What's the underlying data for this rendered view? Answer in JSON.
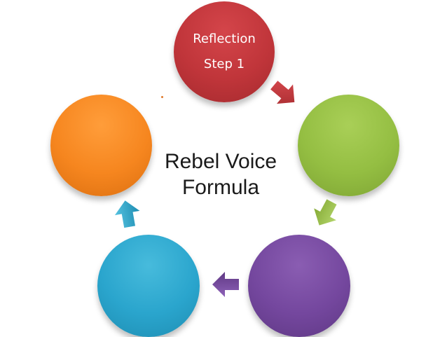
{
  "title": {
    "line1": "Rebel Voice",
    "line2": "Formula"
  },
  "steps": [
    {
      "label": "Reflection",
      "sublabel": "Step 1",
      "color": "#c0353a"
    },
    {
      "label": "",
      "sublabel": "",
      "color": "#94be42"
    },
    {
      "label": "",
      "sublabel": "",
      "color": "#74479e"
    },
    {
      "label": "",
      "sublabel": "",
      "color": "#2aa5cd"
    },
    {
      "label": "",
      "sublabel": "",
      "color": "#f6861f"
    }
  ],
  "arrows": [
    {
      "from": "step-1",
      "to": "step-2",
      "color": "#c0353a"
    },
    {
      "from": "step-2",
      "to": "step-3",
      "color": "#94be42"
    },
    {
      "from": "step-3",
      "to": "step-4",
      "color": "#74479e"
    },
    {
      "from": "step-4",
      "to": "step-5",
      "color": "#2aa5cd"
    }
  ]
}
